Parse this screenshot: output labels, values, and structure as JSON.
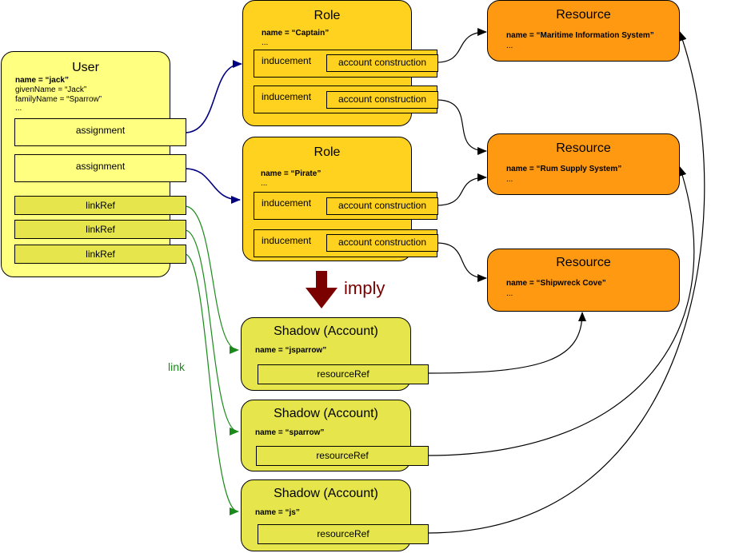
{
  "user": {
    "title": "User",
    "name": "name = “jack”",
    "given_name": "givenName = “Jack”",
    "family_name": "familyName = “Sparrow”",
    "ellipsis": "...",
    "assignments": [
      "assignment",
      "assignment"
    ],
    "link_refs": [
      "linkRef",
      "linkRef",
      "linkRef"
    ]
  },
  "roles": [
    {
      "title": "Role",
      "name": "name = “Captain”",
      "ellipsis": "...",
      "inducements": [
        {
          "label": "inducement",
          "construction": "account construction"
        },
        {
          "label": "inducement",
          "construction": "account construction"
        }
      ]
    },
    {
      "title": "Role",
      "name": "name = “Pirate”",
      "ellipsis": "...",
      "inducements": [
        {
          "label": "inducement",
          "construction": "account construction"
        },
        {
          "label": "inducement",
          "construction": "account construction"
        }
      ]
    }
  ],
  "resources": [
    {
      "title": "Resource",
      "name": "name = “Maritime Information System”",
      "ellipsis": "..."
    },
    {
      "title": "Resource",
      "name": "name = “Rum Supply System”",
      "ellipsis": "..."
    },
    {
      "title": "Resource",
      "name": "name = “Shipwreck Cove”",
      "ellipsis": "..."
    }
  ],
  "shadows": [
    {
      "title": "Shadow (Account)",
      "name": "name = “jsparrow”",
      "ref": "resourceRef"
    },
    {
      "title": "Shadow (Account)",
      "name": "name = “sparrow”",
      "ref": "resourceRef"
    },
    {
      "title": "Shadow (Account)",
      "name": "name = “js”",
      "ref": "resourceRef"
    }
  ],
  "labels": {
    "imply": "imply",
    "link": "link"
  },
  "colors": {
    "user": "#ffff80",
    "role": "#ffd21f",
    "resource": "#ff9911",
    "shadow": "#e6e64c",
    "assignment_arrow": "#000080",
    "link_arrow": "#1a8a1a",
    "imply_arrow": "#7b0000",
    "construction_arrow": "#000000"
  }
}
